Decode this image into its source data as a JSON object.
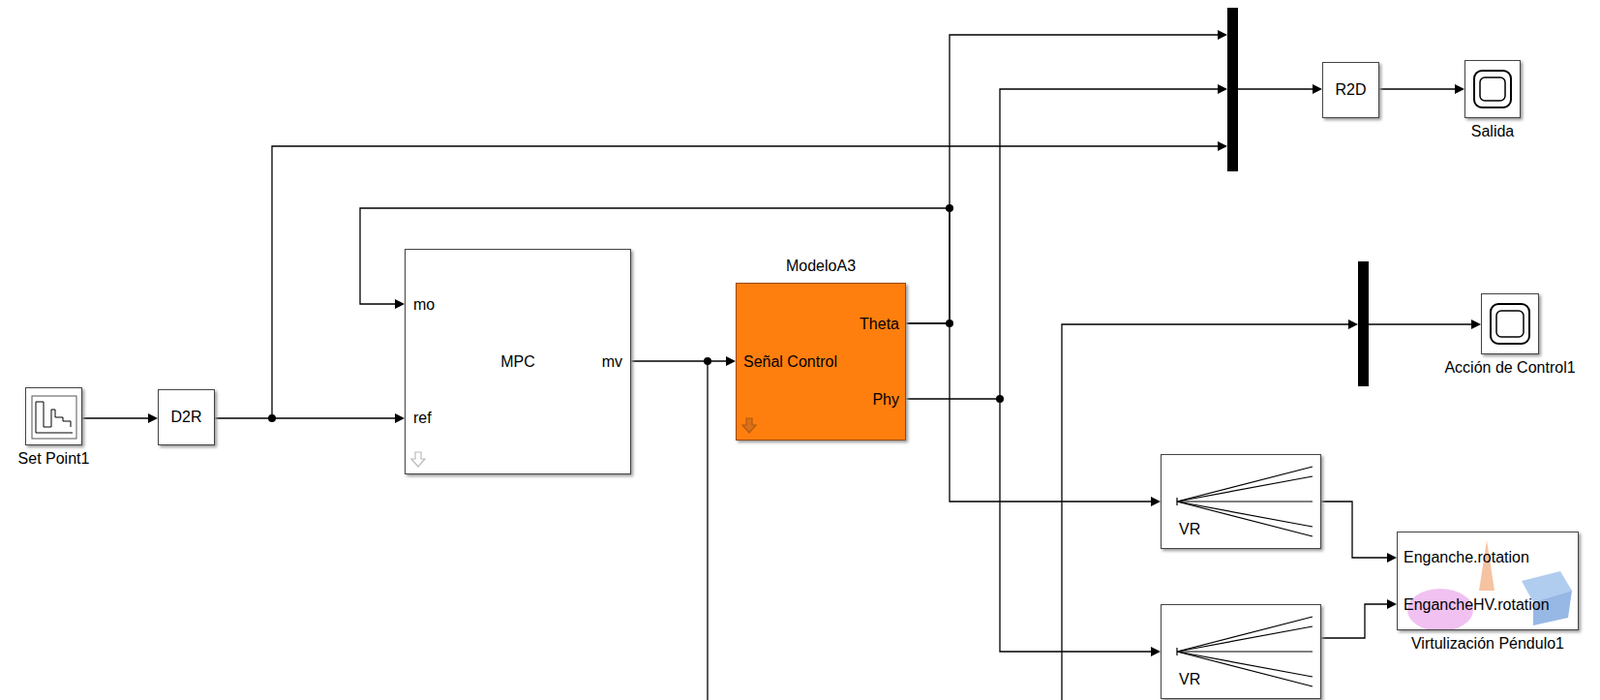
{
  "diagram": {
    "nodes": [
      {
        "text": [
          "Set Point1"
        ]
      },
      {
        "text": [
          "D2R"
        ]
      },
      {
        "text": [
          "mo",
          "ref",
          "MPC",
          "mv"
        ]
      },
      {
        "text": [
          "ModeloA3",
          "Señal Control",
          "Theta",
          "Phy"
        ]
      },
      {
        "text": [
          "R2D"
        ]
      },
      {
        "text": [
          "Salida"
        ]
      },
      {
        "text": [
          "Acción de Control1"
        ]
      },
      {
        "text": [
          "VR"
        ]
      },
      {
        "text": [
          "VR"
        ]
      },
      {
        "text": [
          "Enganche.rotation",
          "EngancheHV.rotation",
          "Virtulización Péndulo1"
        ]
      }
    ],
    "edges": [
      {
        "from": 0,
        "to": 1,
        "arrow": "to"
      },
      {
        "from": 1,
        "to": 2,
        "arrow": "to"
      },
      {
        "from": 2,
        "to": 3,
        "arrow": "to"
      },
      {
        "from": 3,
        "to": 2,
        "arrow": "to"
      },
      {
        "from": 3,
        "to": 7,
        "arrow": "to"
      },
      {
        "from": 3,
        "to": 8,
        "arrow": "to"
      },
      {
        "from": 4,
        "to": 5,
        "arrow": "to"
      },
      {
        "from": 7,
        "to": 9,
        "arrow": "to"
      },
      {
        "from": 8,
        "to": 9,
        "arrow": "to"
      }
    ]
  }
}
